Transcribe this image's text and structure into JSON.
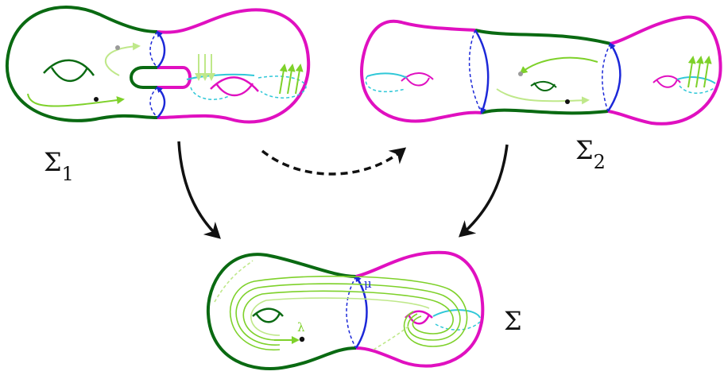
{
  "surfaces": {
    "sigma1": {
      "symbol": "Σ",
      "subscript": "1"
    },
    "sigma2": {
      "symbol": "Σ",
      "subscript": "2"
    },
    "sigma": {
      "symbol": "Σ"
    }
  },
  "curve_labels": {
    "mu": "μ",
    "lambda": "λ"
  },
  "colors": {
    "dark_green": "#0a6a12",
    "magenta": "#e010c0",
    "blue": "#1c28d8",
    "light_green": "#7ed12a",
    "pale_green": "#bfe88a",
    "cyan": "#30c8d8",
    "black": "#111111",
    "gray": "#9a9a9a"
  }
}
